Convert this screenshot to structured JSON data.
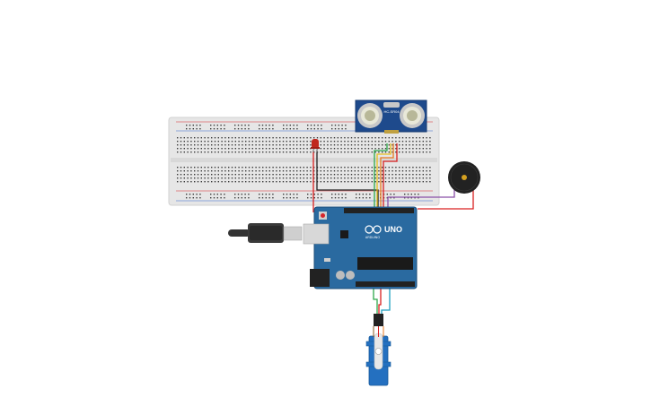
{
  "sensor": {
    "label": "HC-SR04"
  },
  "arduino": {
    "model_label": "UNO",
    "brand_label": "ARDUINO"
  },
  "colors": {
    "breadboard": "#e6e6e6",
    "breadboard_border": "#d2d2d2",
    "hole": "#3a3a3a",
    "rail_red": "#d6242a",
    "rail_blue": "#3366cc",
    "arduino_board": "#2a6aa0",
    "arduino_border": "#1e4f7a",
    "sensor_board": "#1e4a8c",
    "servo_body": "#2470c0",
    "buzzer": "#222222",
    "wire_red": "#d92020",
    "wire_black": "#222222",
    "wire_green": "#2ea84a",
    "wire_yellow": "#e8c020",
    "wire_orange": "#e87a20",
    "wire_purple": "#8a4fa8",
    "wire_teal": "#20a0c0",
    "led": "#c0281e",
    "usb_cable": "#333333"
  },
  "icons": [
    "led-icon",
    "buzzer-icon",
    "servo-icon",
    "usb-cable-icon",
    "ultrasonic-sensor-icon",
    "arduino-board-icon"
  ]
}
